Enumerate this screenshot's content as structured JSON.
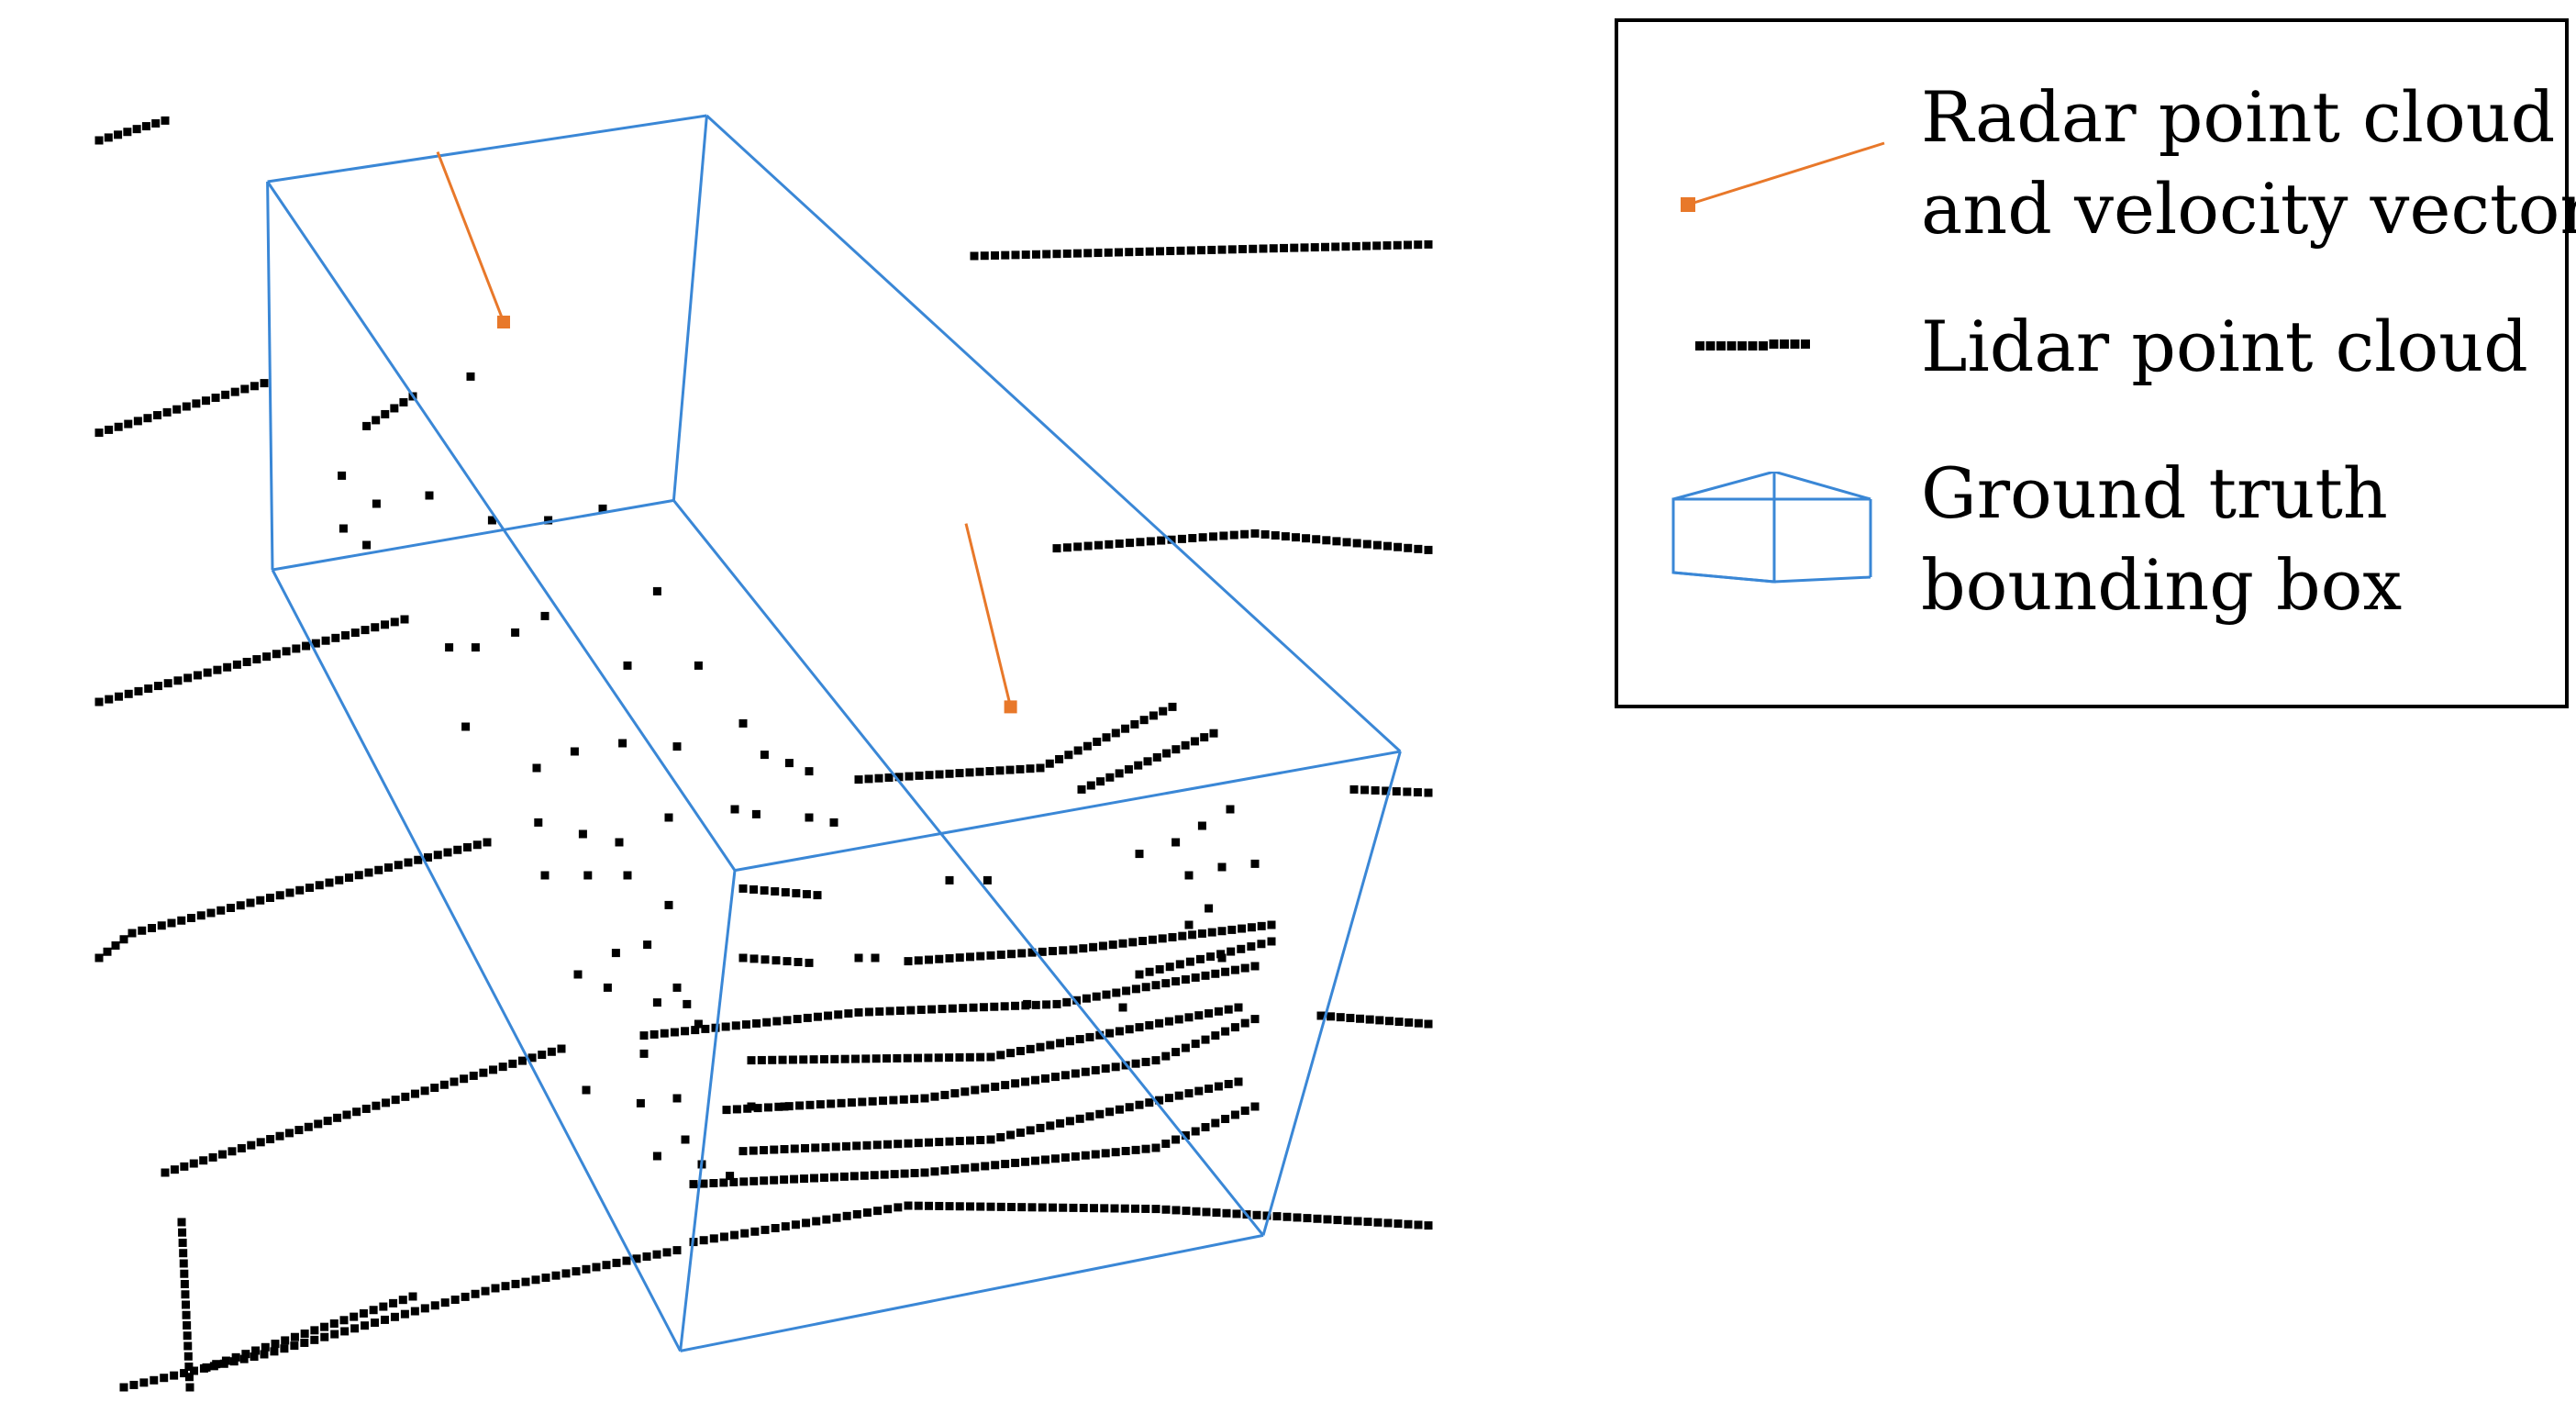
{
  "colors": {
    "radar": "#e8782a",
    "lidar": "#000000",
    "box": "#3a87d6"
  },
  "legend": {
    "radar_line1": "Radar point cloud",
    "radar_line2": "and velocity vector",
    "lidar": "Lidar point cloud",
    "box_line1": "Ground truth",
    "box_line2": "bounding box"
  }
}
